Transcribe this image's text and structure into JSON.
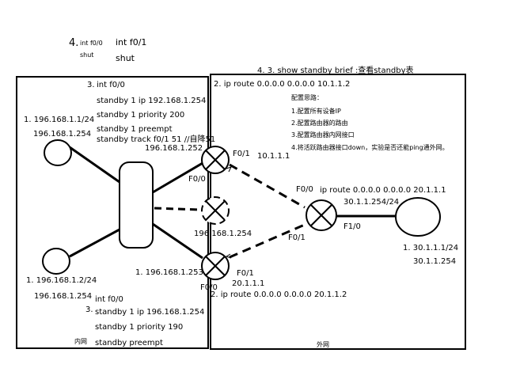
{
  "colors": {
    "ink": "#000000",
    "background": "#ffffff"
  },
  "top_left": {
    "step_num": "4.",
    "step_cmd_small": "int f0/0",
    "step_shut_small": "shut",
    "cmd_big": "int f0/1",
    "shut_big": "shut"
  },
  "top_right": {
    "title": "4. 3. show standby brief :查看standby表",
    "route_top": "2. ip route 0.0.0.0 0.0.0.0 10.1.1.2"
  },
  "config_notes": {
    "title": "配置思路：",
    "steps": [
      "1.配置所有设备IP",
      "2.配置路由器的路由",
      "3.配置路由器内网接口",
      "4.将活跃路由器接口down，实验是否还能ping通外网。"
    ]
  },
  "router_top_config": {
    "step": "3.",
    "interface": "int f0/0",
    "ip": "standby 1 ip 192.168.1.254",
    "priority": "standby 1 priority 200",
    "preempt": "standby 1 preempt",
    "track": "standby track f0/1 51 //自降51"
  },
  "router_bottom_config": {
    "step": "3.",
    "interface": "int f0/0",
    "ip": "standby 1 ip 196.168.1.254",
    "priority": "standby 1 priority 190",
    "preempt": "standby preempt"
  },
  "hosts": {
    "pc1_ip": "1. 196.168.1.1/24",
    "pc1_gw": "196.168.1.254",
    "pc2_ip": "1. 196.168.1.2/24",
    "pc2_gw": "196.168.1.254",
    "pc3_ip": "1. 30.1.1.1/24",
    "pc3_gw": "30.1.1.254"
  },
  "router_labels": {
    "r1_lan_ip": "196.168.1.252",
    "r1_f01": "F0/1",
    "r1_f00": "F0/0",
    "r1_wan_ip": "10.1.1.1",
    "virtual_ip": "196.168.1.254",
    "r2_lan_ip": "1. 196.168.1.253",
    "r2_f01": "F0/1",
    "r2_f00": "F0/0",
    "r2_wan_ip": "20.1.1.1",
    "r2_route": "2. ip route 0.0.0.0 0.0.0.0 20.1.1.2",
    "isp_f00": "F0/0",
    "isp_f01": "F0/1",
    "isp_f10": "F1/0",
    "isp_route": "ip route 0.0.0.0 0.0.0.0 20.1.1.1",
    "isp_lan_ip": "30.1.1.254/24"
  },
  "zones": {
    "inner": "内网",
    "outer": "外网"
  }
}
